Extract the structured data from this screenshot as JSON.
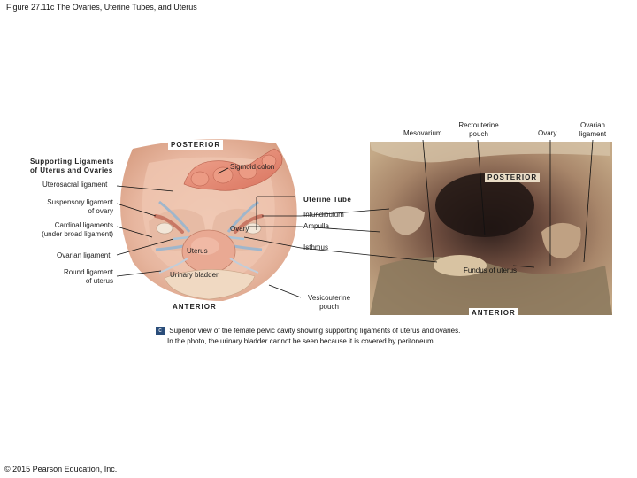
{
  "figure_title": "Figure 27.11c The Ovaries, Uterine Tubes, and Uterus",
  "copyright": "© 2015 Pearson Education, Inc.",
  "illustration": {
    "posterior_tag": "POSTERIOR",
    "anterior_tag": "ANTERIOR",
    "heading_supporting": "Supporting Ligaments of Uterus and Ovaries",
    "heading_uterine_tube": "Uterine Tube",
    "labels": {
      "sigmoid_colon": "Sigmoid colon",
      "uterosacral": "Uterosacral ligament",
      "suspensory_1": "Suspensory ligament",
      "suspensory_2": "of ovary",
      "cardinal_1": "Cardinal ligaments",
      "cardinal_2": "(under broad ligament)",
      "ovarian_ligament": "Ovarian ligament",
      "round_1": "Round ligament",
      "round_2": "of uterus",
      "ovary": "Ovary",
      "uterus": "Uterus",
      "urinary_bladder": "Urinary bladder",
      "infundibulum": "Infundibulum",
      "ampulla": "Ampulla",
      "isthmus": "Isthmus",
      "vesicouterine_1": "Vesicouterine",
      "vesicouterine_2": "pouch"
    }
  },
  "photo": {
    "posterior_tag": "POSTERIOR",
    "anterior_tag": "ANTERIOR",
    "labels": {
      "mesovarium": "Mesovarium",
      "rectouterine_1": "Rectouterine",
      "rectouterine_2": "pouch",
      "ovary": "Ovary",
      "ovarian_ligament_1": "Ovarian",
      "ovarian_ligament_2": "ligament",
      "fundus": "Fundus of uterus"
    }
  },
  "caption": {
    "badge": "c",
    "line1": "Superior view of the female pelvic cavity showing supporting ligaments of uterus and ovaries.",
    "line2": "In the photo, the urinary bladder cannot be seen because it is covered by peritoneum."
  }
}
